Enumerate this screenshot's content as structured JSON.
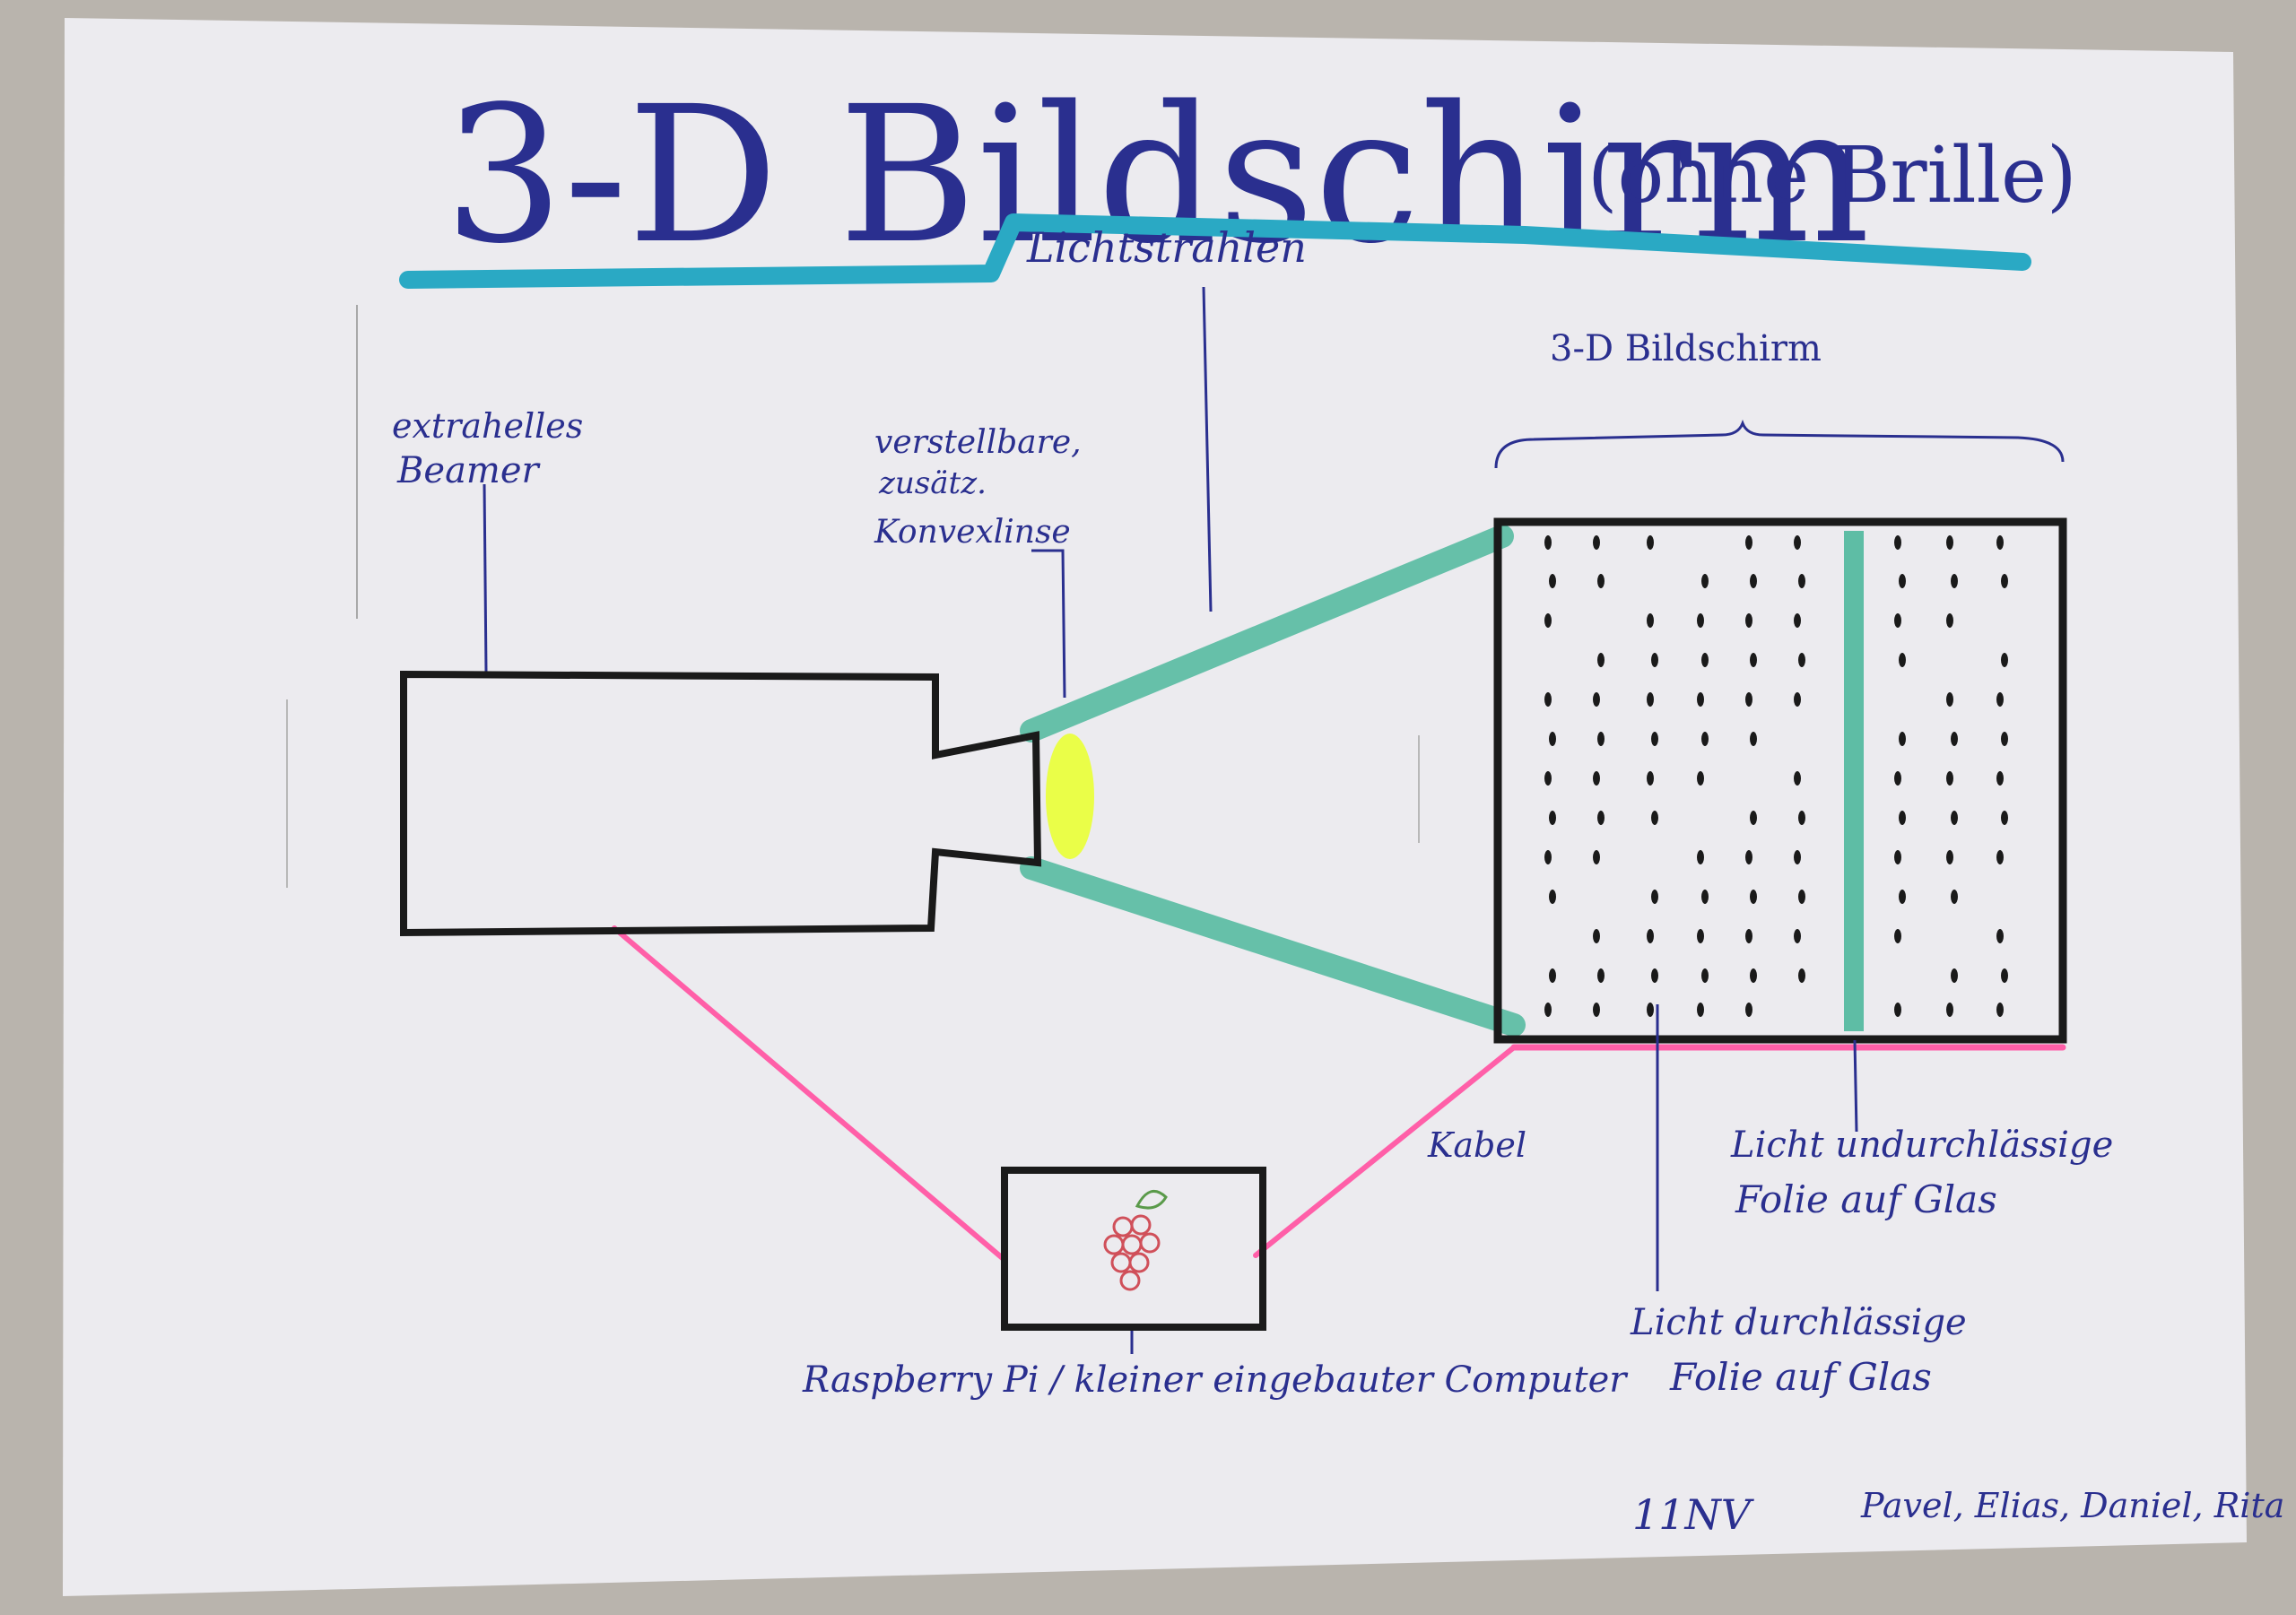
{
  "title": {
    "main": "3-D Bildschirm",
    "sub": "(ohne Brille)"
  },
  "labels": {
    "light_rays": "Lichtstrahlen",
    "screen_brace": "3-D Bildschirm",
    "beamer_line1": "extrahelles",
    "beamer_line2": "Beamer",
    "lens_line1": "verstellbare,",
    "lens_line2": "zusätz.",
    "lens_line3": "Konvexlinse",
    "cable": "Kabel",
    "opaque_line1": "Licht undurchlässige",
    "opaque_line2": "Folie auf Glas",
    "transparent_line1": "Licht durchlässige",
    "transparent_line2": "Folie auf Glas",
    "computer": "Raspberry Pi / kleiner eingebauter Computer",
    "class_code": "11NV",
    "authors": "Pavel, Elias, Daniel, Rita"
  },
  "colors": {
    "paper": "#ecebef",
    "ink_black": "#1a1a1a",
    "ink_blue": "#2a2f8f",
    "title_underline": "#2aa9c4",
    "light_beam": "#4fb89c",
    "cable_pink": "#ff5fa8",
    "lens_yellow": "#e9ff3a",
    "raspberry_red": "#d0505a",
    "leaf_green": "#5a9a4a"
  }
}
